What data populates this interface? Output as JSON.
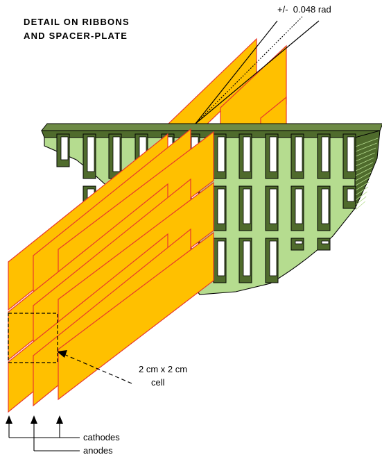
{
  "title": {
    "line1": "DETAIL ON RIBBONS",
    "line2": "AND SPACER-PLATE"
  },
  "angle_label": "+/-  0.048 rad",
  "cell_label": {
    "line1": "2 cm x 2 cm",
    "line2": "cell"
  },
  "legend": {
    "cathodes": "cathodes",
    "anodes": "anodes"
  },
  "colors": {
    "ribbon_fill": "#ffc000",
    "ribbon_edge": "#e8382b",
    "plate_light": "#b5dc8f",
    "plate_dark": "#4f6b2c",
    "outline": "#000000"
  }
}
